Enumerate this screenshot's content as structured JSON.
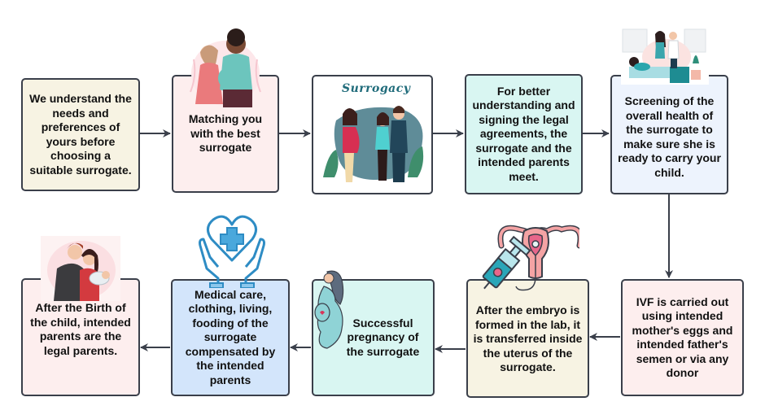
{
  "diagram": {
    "title": "Surrogacy process flow",
    "steps": [
      {
        "id": 1,
        "text": "We understand the needs and preferences of yours before choosing a suitable surrogate.",
        "color": "#f7f3e3"
      },
      {
        "id": 2,
        "text": "Matching you with the best surrogate",
        "color": "#fdeeee"
      },
      {
        "id": 3,
        "text": "",
        "illustration_label": "Surrogacy",
        "color": "#ffffff"
      },
      {
        "id": 4,
        "text": "For better understanding and signing the legal agreements, the surrogate and the intended parents meet.",
        "color": "#d9f6f2"
      },
      {
        "id": 5,
        "text": "Screening of the overall health of the surrogate to make sure she is ready to carry your child.",
        "color": "#edf3fd"
      },
      {
        "id": 6,
        "text": "IVF is carried out using intended mother's eggs and intended father's semen or via any donor",
        "color": "#fdeeee"
      },
      {
        "id": 7,
        "text": "After the embryo is formed in the lab, it is transferred inside the uterus of the surrogate.",
        "color": "#f7f3e3"
      },
      {
        "id": 8,
        "text": "Successful pregnancy of the surrogate",
        "color": "#d9f6f2"
      },
      {
        "id": 9,
        "text": "Medical care, clothing, living, fooding of the surrogate compensated by the intended parents",
        "color": "#d3e5fb"
      },
      {
        "id": 10,
        "text": "After the Birth of the child, intended parents are the legal parents.",
        "color": "#fdeeee"
      }
    ],
    "connections": [
      {
        "from": 1,
        "to": 2
      },
      {
        "from": 2,
        "to": 3
      },
      {
        "from": 3,
        "to": 4
      },
      {
        "from": 4,
        "to": 5
      },
      {
        "from": 5,
        "to": 6
      },
      {
        "from": 6,
        "to": 7
      },
      {
        "from": 7,
        "to": 8
      },
      {
        "from": 8,
        "to": 9
      },
      {
        "from": 9,
        "to": 10
      }
    ],
    "illustrations": {
      "step2": "two-women-pregnancy-illustration",
      "step3": "surrogate-meets-couple-illustration",
      "step5": "hospital-checkup-illustration",
      "step7": "uterus-syringe-icon",
      "step8": "pregnant-woman-illustration",
      "step9": "hands-heart-cross-icon",
      "step10": "family-newborn-illustration"
    },
    "colors": {
      "border": "#3a3f4a",
      "arrow": "#3a3f4a"
    }
  }
}
